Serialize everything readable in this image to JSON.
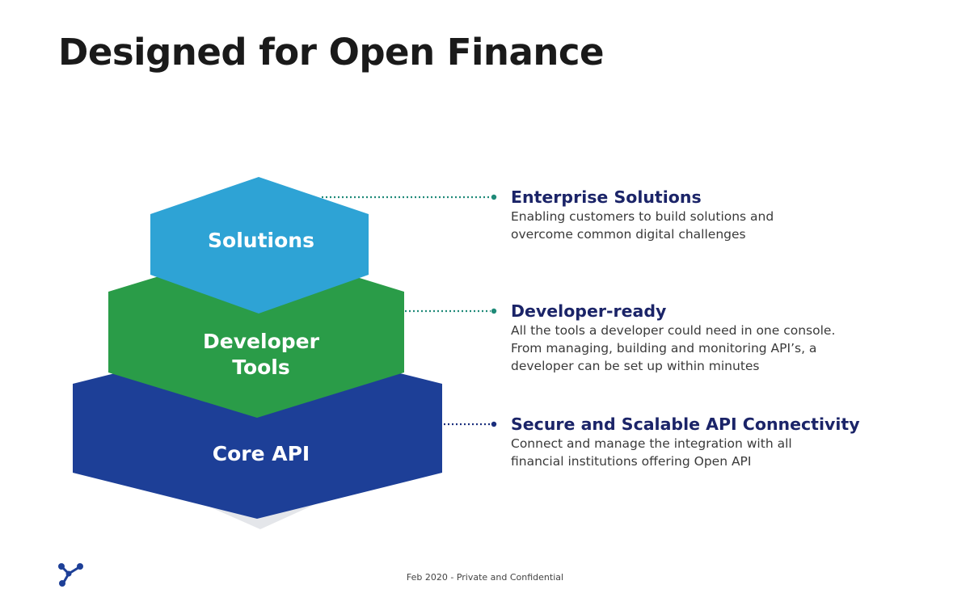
{
  "slide": {
    "title": "Designed for Open Finance",
    "footer": "Feb 2020 - Private and Confidential"
  },
  "layers": [
    {
      "id": "solutions",
      "label": "Solutions",
      "color": "#2ea3d5",
      "heading": "Enterprise Solutions",
      "lines": [
        "Enabling customers to build solutions and",
        "overcome common digital challenges"
      ]
    },
    {
      "id": "developer-tools",
      "label_lines": [
        "Developer",
        "Tools"
      ],
      "color": "#2a9c48",
      "heading": "Developer-ready",
      "lines": [
        "All the tools a developer could need in one console.",
        "From managing, building  and monitoring API’s, a",
        "developer can be set up within minutes"
      ]
    },
    {
      "id": "core-api",
      "label": "Core API",
      "color": "#1d3f97",
      "heading": "Secure and Scalable API Connectivity",
      "lines": [
        "Connect and manage the integration with all",
        "financial institutions offering Open API"
      ]
    }
  ],
  "colors": {
    "connector_dots": "#1f8a78",
    "heading_text": "#1b2468",
    "shadow": "#e4e6ea",
    "logo": "#1d3f97"
  }
}
